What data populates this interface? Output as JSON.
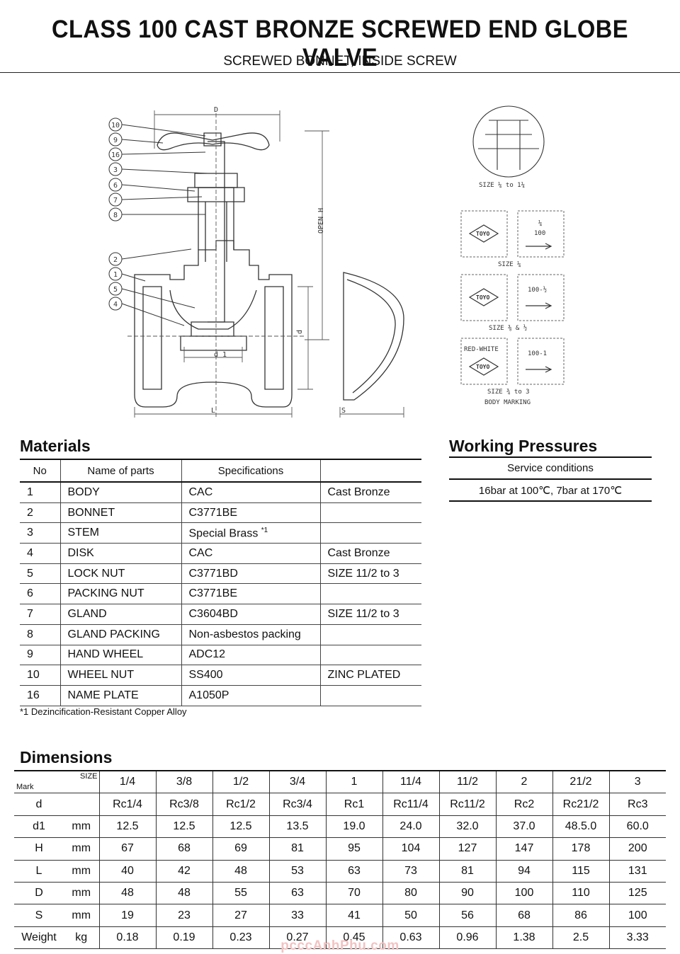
{
  "title": "CLASS 100 CAST BRONZE SCREWED END GLOBE VALVE",
  "subtitle": "SCREWED BONNET, INSIDE SCREW",
  "drawing": {
    "balloons": [
      "10",
      "9",
      "16",
      "3",
      "6",
      "7",
      "8",
      "2",
      "1",
      "5",
      "4"
    ],
    "dim_labels": {
      "D": "D",
      "open_h": "OPEN H",
      "d": "d",
      "d1": "d 1",
      "L": "L",
      "S": "S"
    },
    "detail_caption": "SIZE ¼ to 1¼",
    "marks": [
      {
        "left": "TOYO",
        "right_top": "¼",
        "right_mid": "100",
        "caption": "SIZE ¼"
      },
      {
        "left": "TOYO",
        "right_top": "100-½",
        "right_mid": "",
        "caption": "SIZE ⅜ & ½"
      },
      {
        "left_top": "RED-WHITE",
        "left": "TOYO",
        "right_top": "100-1",
        "right_mid": "",
        "caption": "SIZE ¾ to 3"
      }
    ],
    "marking_caption": "BODY MARKING"
  },
  "materials": {
    "heading": "Materials",
    "headers": [
      "No",
      "Name of parts",
      "Specifications",
      ""
    ],
    "rows": [
      {
        "no": "1",
        "name": "BODY",
        "spec": "CAC",
        "note": "Cast Bronze"
      },
      {
        "no": "2",
        "name": "BONNET",
        "spec": "C3771BE",
        "note": ""
      },
      {
        "no": "3",
        "name": "STEM",
        "spec": "Special Brass",
        "sup": "*1",
        "note": ""
      },
      {
        "no": "4",
        "name": "DISK",
        "spec": "CAC",
        "note": "Cast Bronze"
      },
      {
        "no": "5",
        "name": "LOCK NUT",
        "spec": "C3771BD",
        "note": "SIZE 11/2 to 3"
      },
      {
        "no": "6",
        "name": "PACKING NUT",
        "spec": "C3771BE",
        "note": ""
      },
      {
        "no": "7",
        "name": "GLAND",
        "spec": "C3604BD",
        "note": "SIZE 11/2 to 3"
      },
      {
        "no": "8",
        "name": "GLAND PACKING",
        "spec": "Non-asbestos packing",
        "note": ""
      },
      {
        "no": "9",
        "name": "HAND WHEEL",
        "spec": "ADC12",
        "note": ""
      },
      {
        "no": "10",
        "name": "WHEEL NUT",
        "spec": "SS400",
        "note": "ZINC PLATED"
      },
      {
        "no": "16",
        "name": "NAME PLATE",
        "spec": "A1050P",
        "note": ""
      }
    ],
    "footnote": "*1 Dezincification-Resistant Copper Alloy"
  },
  "working_pressures": {
    "heading": "Working Pressures",
    "header": "Service conditions",
    "value": "16bar at 100℃, 7bar at 170℃"
  },
  "dimensions": {
    "heading": "Dimensions",
    "corner_size": "SIZE",
    "corner_mark": "Mark",
    "sizes": [
      "1/4",
      "3/8",
      "1/2",
      "3/4",
      "1",
      "11/4",
      "11/2",
      "2",
      "21/2",
      "3"
    ],
    "rows": [
      {
        "label": "d",
        "unit": "",
        "values": [
          "Rc1/4",
          "Rc3/8",
          "Rc1/2",
          "Rc3/4",
          "Rc1",
          "Rc11/4",
          "Rc11/2",
          "Rc2",
          "Rc21/2",
          "Rc3"
        ]
      },
      {
        "label": "d1",
        "unit": "mm",
        "values": [
          "12.5",
          "12.5",
          "12.5",
          "13.5",
          "19.0",
          "24.0",
          "32.0",
          "37.0",
          "48.5.0",
          "60.0"
        ]
      },
      {
        "label": "H",
        "unit": "mm",
        "values": [
          "67",
          "68",
          "69",
          "81",
          "95",
          "104",
          "127",
          "147",
          "178",
          "200"
        ]
      },
      {
        "label": "L",
        "unit": "mm",
        "values": [
          "40",
          "42",
          "48",
          "53",
          "63",
          "73",
          "81",
          "94",
          "115",
          "131"
        ]
      },
      {
        "label": "D",
        "unit": "mm",
        "values": [
          "48",
          "48",
          "55",
          "63",
          "70",
          "80",
          "90",
          "100",
          "110",
          "125"
        ]
      },
      {
        "label": "S",
        "unit": "mm",
        "values": [
          "19",
          "23",
          "27",
          "33",
          "41",
          "50",
          "56",
          "68",
          "86",
          "100"
        ]
      },
      {
        "label": "Weight",
        "unit": "kg",
        "values": [
          "0.18",
          "0.19",
          "0.23",
          "0.27",
          "0.45",
          "0.63",
          "0.96",
          "1.38",
          "2.5",
          "3.33"
        ]
      }
    ]
  },
  "watermark": "pcccAnhPhu.com"
}
